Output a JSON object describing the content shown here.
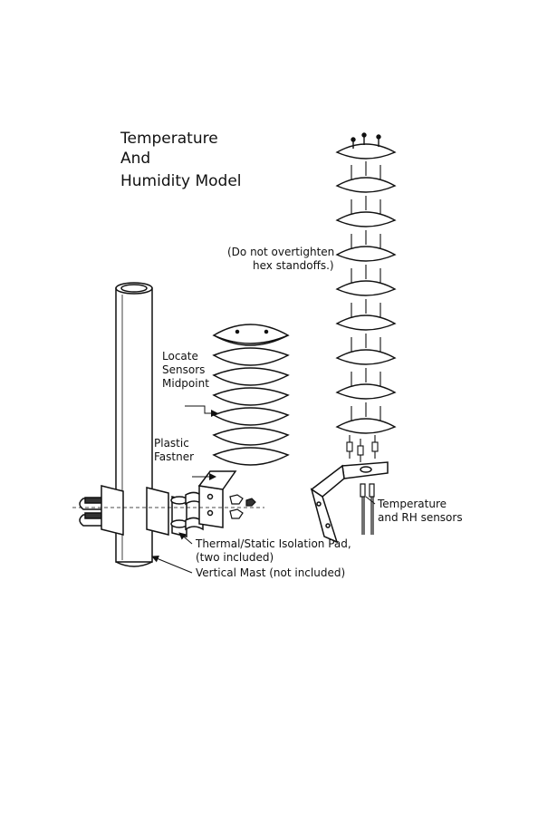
{
  "title": {
    "line1": "Temperature",
    "line2": "And",
    "line3": "Humidity Model"
  },
  "labels": {
    "overtighten_line1": "(Do not overtighten",
    "overtighten_line2": "hex standoffs.)",
    "locate_line1": "Locate",
    "locate_line2": "Sensors",
    "locate_line3": "Midpoint",
    "plastic_line1": "Plastic",
    "plastic_line2": "Fastner",
    "sensors_line1": "Temperature",
    "sensors_line2": "and RH sensors",
    "pad_line1": "Thermal/Static Isolation Pad,",
    "pad_line2": "(two included)",
    "mast": "Vertical Mast (not included)"
  }
}
